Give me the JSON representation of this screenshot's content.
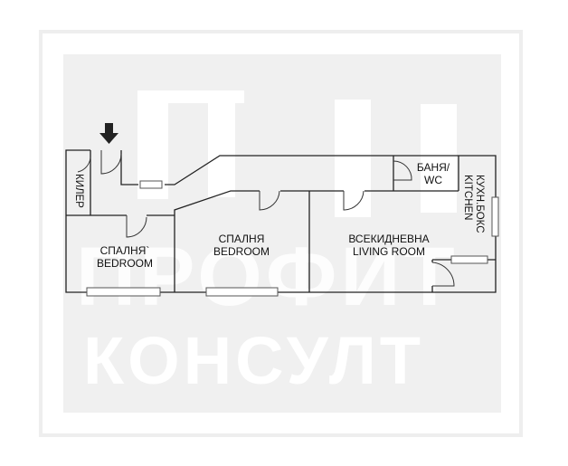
{
  "watermark": {
    "line1": "ПРОФИТ",
    "line2": "КОНСУЛТ",
    "bg_color": "#f0f0f0",
    "text_color": "#ffffff"
  },
  "entrance_arrow": {
    "icon": "arrow-down-icon",
    "color": "#222222"
  },
  "rooms": {
    "closet": {
      "label": "КИЛЕР"
    },
    "bedroom1": {
      "label_bg": "СПАЛНЯ`",
      "label_en": "BEDROOM"
    },
    "bedroom2": {
      "label_bg": "СПАЛНЯ",
      "label_en": "BEDROOM"
    },
    "living": {
      "label_bg": "ВСЕКИДНЕВНА",
      "label_en": "LIVING ROOM"
    },
    "bathroom": {
      "label_bg": "БАНЯ/",
      "label_en": "WC"
    },
    "kitchen": {
      "label_bg": "КУХН.БОКС",
      "label_en": "KITCHEN"
    }
  },
  "colors": {
    "wall": "#222222",
    "window": "#555555"
  }
}
